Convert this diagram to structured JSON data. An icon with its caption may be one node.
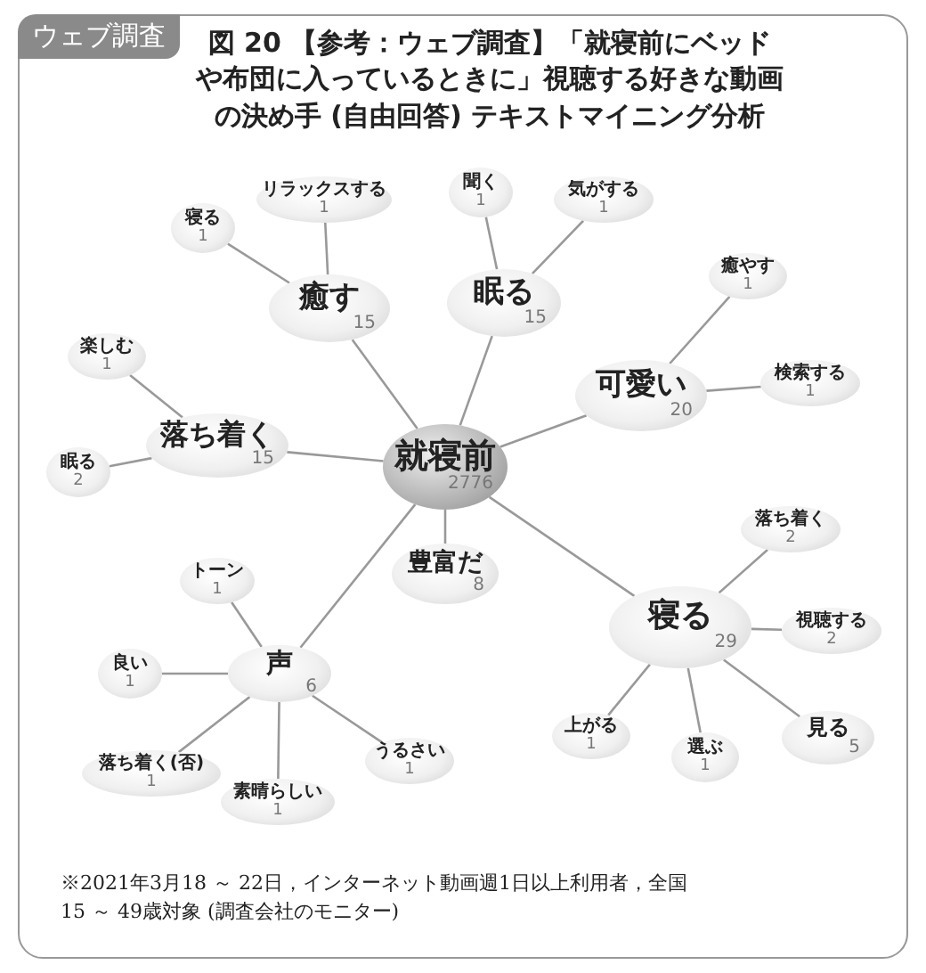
{
  "diagram": {
    "title": "図 20 【参考：ウェブ調査】「就寝前にベッドや布団に入っているときに」視聴する好きな動画の決め手 (自由回答) テキストマイニング分析",
    "caption": "※2021年3月18 ～ 22日，インターネット動画週1日以上利用者，全国15 ～ 49歳対象 (調査会社のモニター)",
    "nodes": [
      {
        "text": [
          "就寝前",
          "2776"
        ]
      },
      {
        "text": [
          "癒す",
          "15"
        ]
      },
      {
        "text": [
          "眠る",
          "15"
        ]
      },
      {
        "text": [
          "可愛い",
          "20"
        ]
      },
      {
        "text": [
          "落ち着く",
          "15"
        ]
      },
      {
        "text": [
          "豊富だ",
          "8"
        ]
      },
      {
        "text": [
          "寝る",
          "29"
        ]
      },
      {
        "text": [
          "声",
          "6"
        ]
      },
      {
        "text": [
          "寝る",
          "1"
        ]
      },
      {
        "text": [
          "リラックスする",
          "1"
        ]
      },
      {
        "text": [
          "聞く",
          "1"
        ]
      },
      {
        "text": [
          "気がする",
          "1"
        ]
      },
      {
        "text": [
          "癒やす",
          "1"
        ]
      },
      {
        "text": [
          "検索する",
          "1"
        ]
      },
      {
        "text": [
          "楽しむ",
          "1"
        ]
      },
      {
        "text": [
          "眠る",
          "2"
        ]
      },
      {
        "text": [
          "落ち着く",
          "2"
        ]
      },
      {
        "text": [
          "視聴する",
          "2"
        ]
      },
      {
        "text": [
          "上がる",
          "1"
        ]
      },
      {
        "text": [
          "選ぶ",
          "1"
        ]
      },
      {
        "text": [
          "見る",
          "5"
        ]
      },
      {
        "text": [
          "トーン",
          "1"
        ]
      },
      {
        "text": [
          "良い",
          "1"
        ]
      },
      {
        "text": [
          "落ち着く(否)",
          "1"
        ]
      },
      {
        "text": [
          "素晴らしい",
          "1"
        ]
      },
      {
        "text": [
          "うるさい",
          "1"
        ]
      }
    ],
    "edges": [
      {
        "from": 0,
        "to": 1,
        "arrow": "none"
      },
      {
        "from": 0,
        "to": 2,
        "arrow": "none"
      },
      {
        "from": 0,
        "to": 3,
        "arrow": "none"
      },
      {
        "from": 0,
        "to": 4,
        "arrow": "none"
      },
      {
        "from": 0,
        "to": 5,
        "arrow": "none"
      },
      {
        "from": 0,
        "to": 6,
        "arrow": "none"
      },
      {
        "from": 0,
        "to": 7,
        "arrow": "none"
      },
      {
        "from": 1,
        "to": 8,
        "arrow": "none"
      },
      {
        "from": 1,
        "to": 9,
        "arrow": "none"
      },
      {
        "from": 2,
        "to": 10,
        "arrow": "none"
      },
      {
        "from": 2,
        "to": 11,
        "arrow": "none"
      },
      {
        "from": 3,
        "to": 12,
        "arrow": "none"
      },
      {
        "from": 3,
        "to": 13,
        "arrow": "none"
      },
      {
        "from": 4,
        "to": 14,
        "arrow": "none"
      },
      {
        "from": 4,
        "to": 15,
        "arrow": "none"
      },
      {
        "from": 6,
        "to": 16,
        "arrow": "none"
      },
      {
        "from": 6,
        "to": 17,
        "arrow": "none"
      },
      {
        "from": 6,
        "to": 18,
        "arrow": "none"
      },
      {
        "from": 6,
        "to": 19,
        "arrow": "none"
      },
      {
        "from": 6,
        "to": 20,
        "arrow": "none"
      },
      {
        "from": 7,
        "to": 21,
        "arrow": "none"
      },
      {
        "from": 7,
        "to": 22,
        "arrow": "none"
      },
      {
        "from": 7,
        "to": 23,
        "arrow": "none"
      },
      {
        "from": 7,
        "to": 24,
        "arrow": "none"
      },
      {
        "from": 7,
        "to": 25,
        "arrow": "none"
      }
    ],
    "labels": [
      "ウェブ調査"
    ]
  }
}
